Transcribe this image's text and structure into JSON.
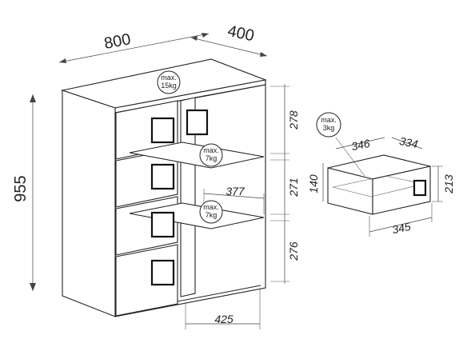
{
  "dimensions": {
    "width": "800",
    "depth": "400",
    "height": "955",
    "compartment_top": "278",
    "compartment_mid": "271",
    "compartment_bottom": "276",
    "shelf_depth": "377",
    "base_depth": "425",
    "drawer_height": "140",
    "drawer_inner_width": "346",
    "drawer_inner_depth": "334",
    "drawer_bottom_width": "345",
    "drawer_front_height": "213"
  },
  "load_badges": {
    "top": {
      "line1": "max.",
      "line2": "15kg"
    },
    "shelf_upper": {
      "line1": "max.",
      "line2": "7kg"
    },
    "shelf_lower": {
      "line1": "max.",
      "line2": "7kg"
    },
    "drawer": {
      "line1": "max.",
      "line2": "3kg"
    }
  }
}
